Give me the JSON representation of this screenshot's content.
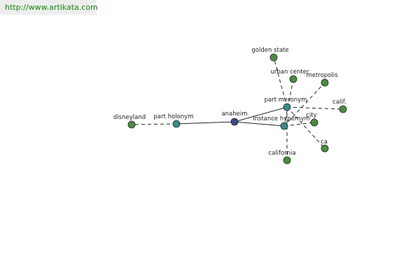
{
  "source": {
    "url_text": "http://www.artikata.com",
    "text_color": "#118811",
    "banner_color": "#eeeeee"
  },
  "graph": {
    "colors": {
      "root": "#3b4a8f",
      "relation": "#3a8a8a",
      "term": "#4e8a44",
      "edge": "#222222"
    },
    "nodes": [
      {
        "id": "anaheim",
        "label": "anaheim",
        "kind": "root"
      },
      {
        "id": "part_holonym",
        "label": "part holonym",
        "kind": "relation"
      },
      {
        "id": "part_meronym",
        "label": "part meronym",
        "kind": "relation"
      },
      {
        "id": "instance_hypernym",
        "label": "instance hypernym",
        "kind": "relation"
      },
      {
        "id": "disneyland",
        "label": "disneyland",
        "kind": "term"
      },
      {
        "id": "golden_state",
        "label": "golden state",
        "kind": "term"
      },
      {
        "id": "urban_center",
        "label": "urban center",
        "kind": "term"
      },
      {
        "id": "metropolis",
        "label": "metropolis",
        "kind": "term"
      },
      {
        "id": "calif",
        "label": "calif.",
        "kind": "term"
      },
      {
        "id": "city",
        "label": "city",
        "kind": "term"
      },
      {
        "id": "ca",
        "label": "ca",
        "kind": "term"
      },
      {
        "id": "california",
        "label": "california",
        "kind": "term"
      }
    ],
    "edges": [
      {
        "from": "anaheim",
        "to": "part_holonym",
        "style": "solid"
      },
      {
        "from": "anaheim",
        "to": "part_meronym",
        "style": "solid"
      },
      {
        "from": "anaheim",
        "to": "instance_hypernym",
        "style": "solid"
      },
      {
        "from": "part_holonym",
        "to": "disneyland",
        "style": "dashed"
      },
      {
        "from": "part_meronym",
        "to": "golden_state",
        "style": "dashed"
      },
      {
        "from": "part_meronym",
        "to": "calif",
        "style": "dashed"
      },
      {
        "from": "part_meronym",
        "to": "ca",
        "style": "dashed"
      },
      {
        "from": "part_meronym",
        "to": "california",
        "style": "dashed"
      },
      {
        "from": "instance_hypernym",
        "to": "urban_center",
        "style": "dashed"
      },
      {
        "from": "instance_hypernym",
        "to": "metropolis",
        "style": "dashed"
      },
      {
        "from": "instance_hypernym",
        "to": "city",
        "style": "dashed"
      }
    ]
  }
}
